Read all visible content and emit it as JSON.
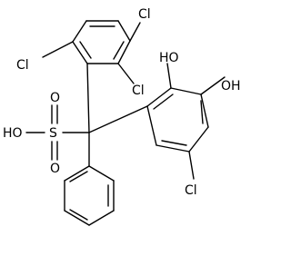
{
  "structure": {
    "labels": {
      "cl_top_right": "Cl",
      "cl_left": "Cl",
      "cl_mid_right": "Cl",
      "oh_upper": "HO",
      "oh_right": "OH",
      "ho_sulfonic": "HO",
      "s_atom": "S",
      "o_top": "O",
      "o_bottom": "O",
      "cl_bottom": "Cl"
    }
  }
}
